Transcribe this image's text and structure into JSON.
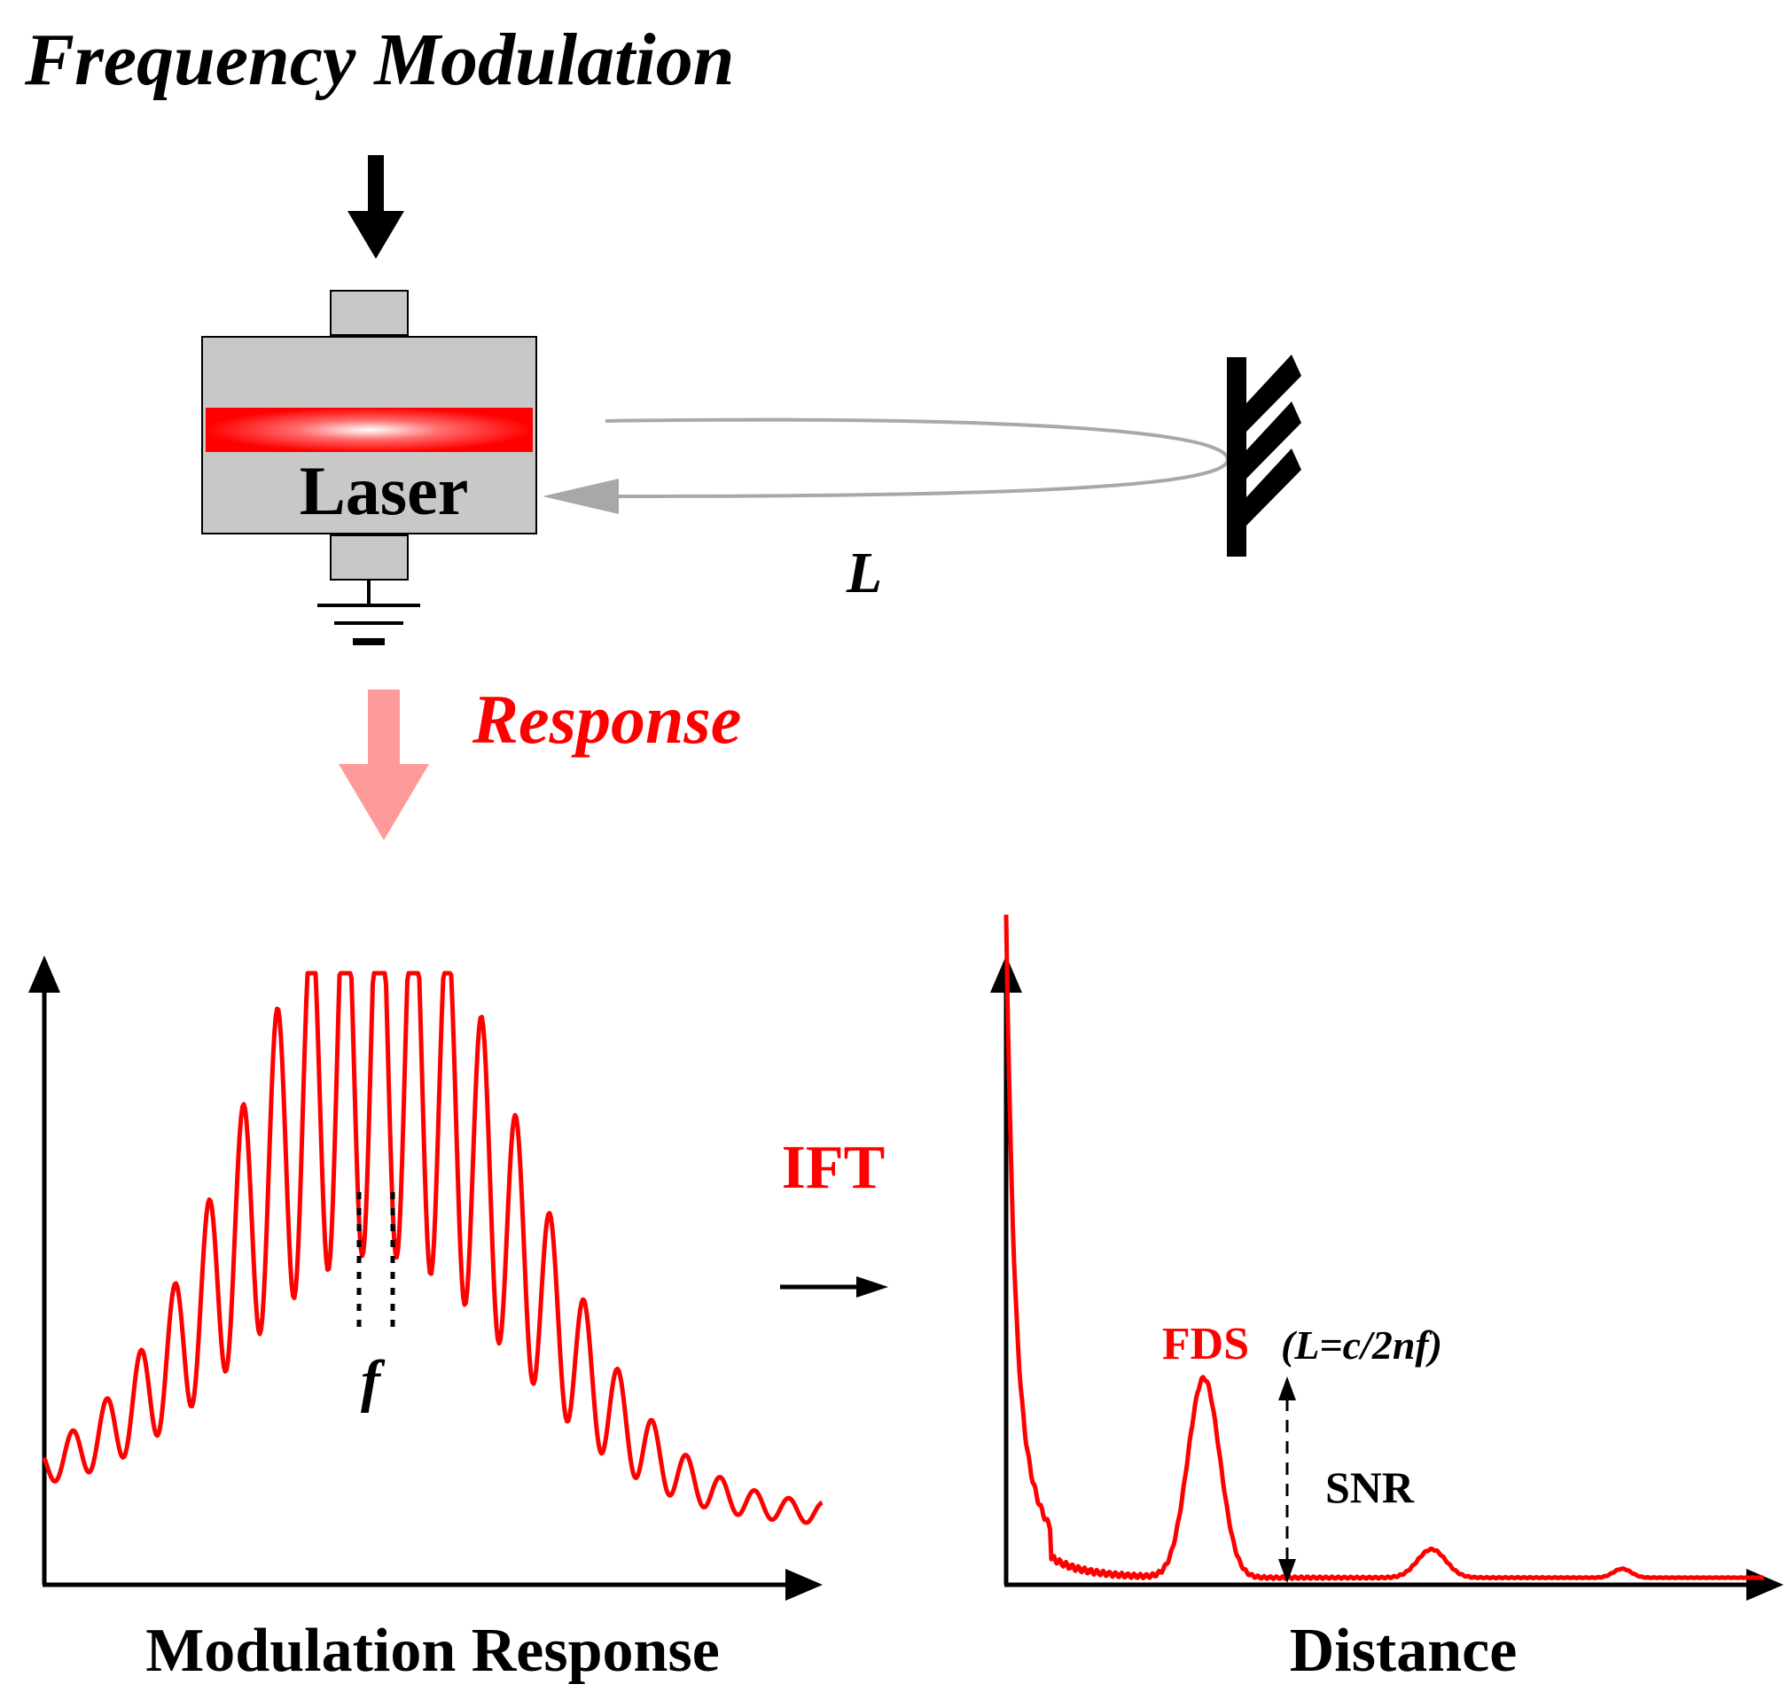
{
  "title": "Frequency Modulation",
  "laser_label": "Laser",
  "distance_symbol": "L",
  "response_label": "Response",
  "ift_label": "IFT",
  "spacing_symbol": "f",
  "left_axis_label": "Modulation Response",
  "right_axis_label": "Distance",
  "peak_label": "FDS",
  "peak_formula": "(L=c/2nf)",
  "snr_label": "SNR",
  "colors": {
    "signal": "#ff0000",
    "ink": "#000000",
    "laser_body": "#c8c8c8",
    "beam": "#a8a8a8",
    "response_arrow": "#ff9a9a"
  },
  "icons": {
    "modulation_arrow": "arrow-down-icon",
    "ground": "ground-icon",
    "mirror": "mirror-icon",
    "ift_arrow": "arrow-right-icon"
  }
}
